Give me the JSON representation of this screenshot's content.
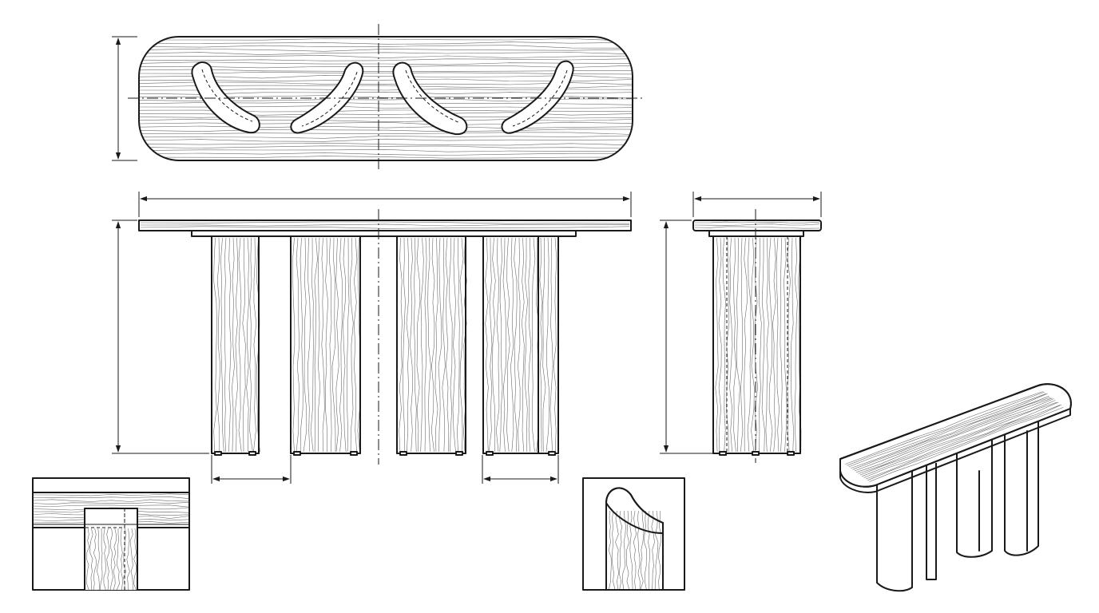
{
  "drawing": {
    "views": [
      "top-view",
      "front-elevation",
      "side-elevation",
      "joint-detail",
      "leg-profile-detail",
      "isometric-view"
    ],
    "text_labels": [],
    "colors": {
      "ink": "#1a1a1a",
      "paper": "#ffffff"
    },
    "leg_count_front_view": 4,
    "slot_count_top_view": 4,
    "dimension_lines": [
      "overall-length",
      "overall-height",
      "top-depth",
      "depth",
      "height-side",
      "leg-width",
      "leg-spacing"
    ]
  }
}
